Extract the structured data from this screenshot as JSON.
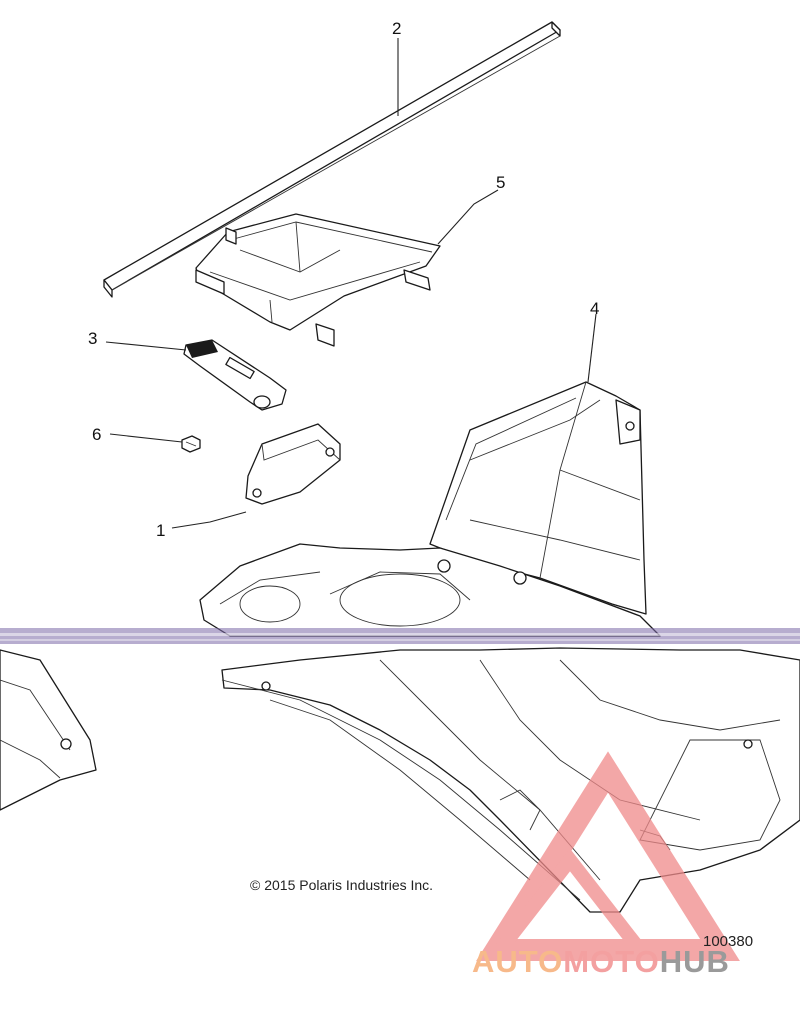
{
  "callouts": [
    {
      "id": "1",
      "label": "1"
    },
    {
      "id": "2",
      "label": "2"
    },
    {
      "id": "3",
      "label": "3"
    },
    {
      "id": "4",
      "label": "4"
    },
    {
      "id": "5",
      "label": "5"
    },
    {
      "id": "6",
      "label": "6"
    }
  ],
  "copyright": "© 2015 Polaris Industries Inc.",
  "diagram_number": "100380",
  "watermark": {
    "part1": "AUTO",
    "part2": "MOTO",
    "part3": "HUB",
    "colors": {
      "auto": "#f7b98a",
      "moto": "#f3a0a0",
      "hub": "#9a9a9a",
      "logo": "#f08a8a"
    }
  },
  "colors": {
    "line": "#1a1a1a",
    "scanline": "#7b6aa8"
  }
}
